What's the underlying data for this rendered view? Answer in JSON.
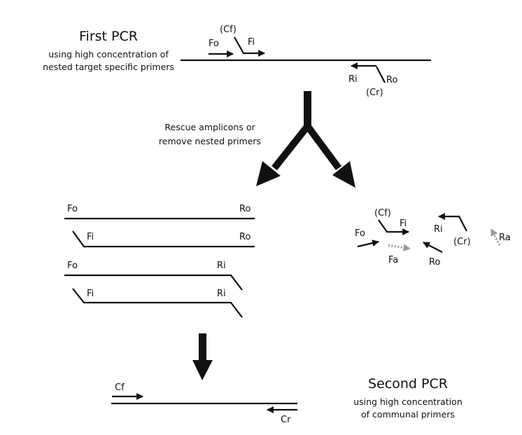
{
  "first_pcr": {
    "title": "First PCR",
    "subtitle_line1": "using high concentration of",
    "subtitle_line2": "nested target specific primers",
    "labels": {
      "fo": "Fo",
      "cf": "(Cf)",
      "fi": "Fi",
      "ri": "Ri",
      "ro": "Ro",
      "cr": "(Cr)"
    }
  },
  "split": {
    "line1": "Rescue amplicons or",
    "line2": "remove nested primers"
  },
  "amplicons": [
    {
      "left": "Fo",
      "right": "Ro"
    },
    {
      "left": "Fi",
      "right": "Ro"
    },
    {
      "left": "Fo",
      "right": "Ri"
    },
    {
      "left": "Fi",
      "right": "Ri"
    }
  ],
  "free_primers": {
    "cf": "(Cf)",
    "fi": "Fi",
    "fo": "Fo",
    "fa": "Fa",
    "ri": "Ri",
    "cr": "(Cr)",
    "ro": "Ro",
    "ra": "Ra"
  },
  "second_pcr": {
    "title": "Second PCR",
    "subtitle_line1": "using high concentration",
    "subtitle_line2": "of communal primers",
    "cf": "Cf",
    "cr": "Cr"
  },
  "colors": {
    "ink": "#111111",
    "dotted_primer": "#999999"
  }
}
